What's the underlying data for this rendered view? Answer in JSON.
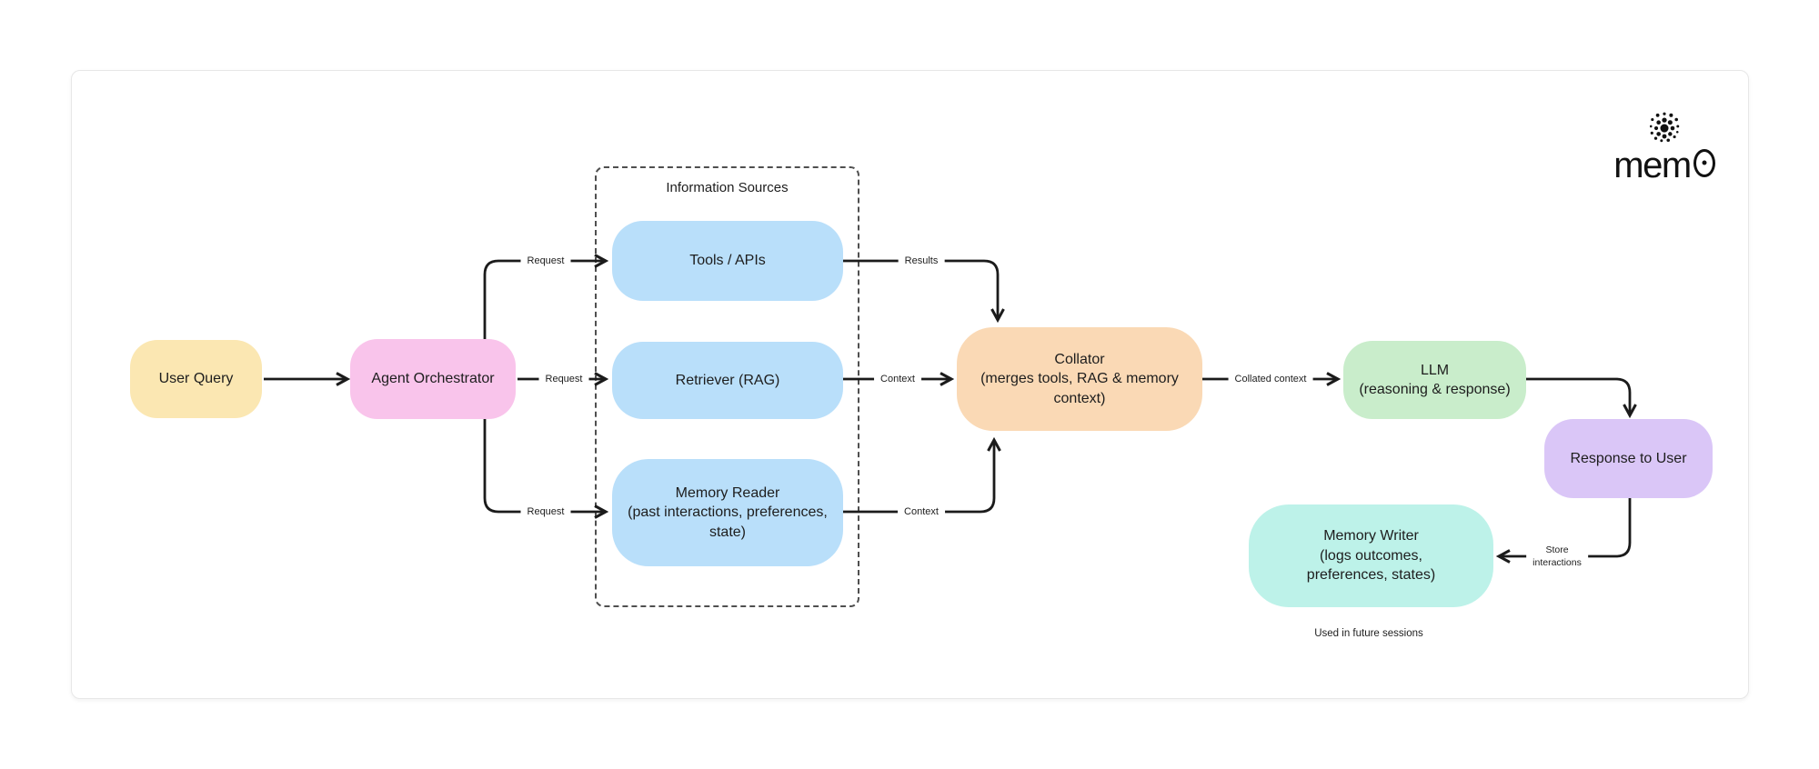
{
  "logo": {
    "name": "mem0",
    "text_prefix": "mem",
    "zero_glyph": "0"
  },
  "frame": {
    "title": "Information Sources"
  },
  "nodes": {
    "user_query": {
      "label": "User Query",
      "fill": "#FBE7B2"
    },
    "agent_orchestrator": {
      "label": "Agent Orchestrator",
      "fill": "#F9C4EB"
    },
    "tools_apis": {
      "label": "Tools / APIs",
      "fill": "#B9DFFA"
    },
    "retriever": {
      "label": "Retriever (RAG)",
      "fill": "#B9DFFA"
    },
    "memory_reader": {
      "label": "Memory Reader\n(past interactions, preferences,\nstate)",
      "fill": "#B9DFFA"
    },
    "collator": {
      "label": "Collator\n(merges tools, RAG & memory\ncontext)",
      "fill": "#FAD9B5"
    },
    "llm": {
      "label": "LLM\n(reasoning & response)",
      "fill": "#C9EDCB"
    },
    "response_to_user": {
      "label": "Response to User",
      "fill": "#DAC6F7"
    },
    "memory_writer": {
      "label": "Memory Writer\n(logs outcomes,\npreferences, states)",
      "fill": "#BDF2E9"
    }
  },
  "edge_labels": {
    "request_tools": "Request",
    "request_retriever": "Request",
    "request_memory": "Request",
    "results": "Results",
    "context_retriever": "Context",
    "context_memory": "Context",
    "collated_context": "Collated context",
    "store_interactions": "Store\ninteractions",
    "used_in_future_sessions": "Used in future sessions"
  },
  "colors": {
    "background": "#ffffff",
    "card_border": "#e7e7e7",
    "arrow": "#1b1b1b",
    "dashed_frame": "#4f4f4f",
    "text": "#1d1d1d"
  }
}
